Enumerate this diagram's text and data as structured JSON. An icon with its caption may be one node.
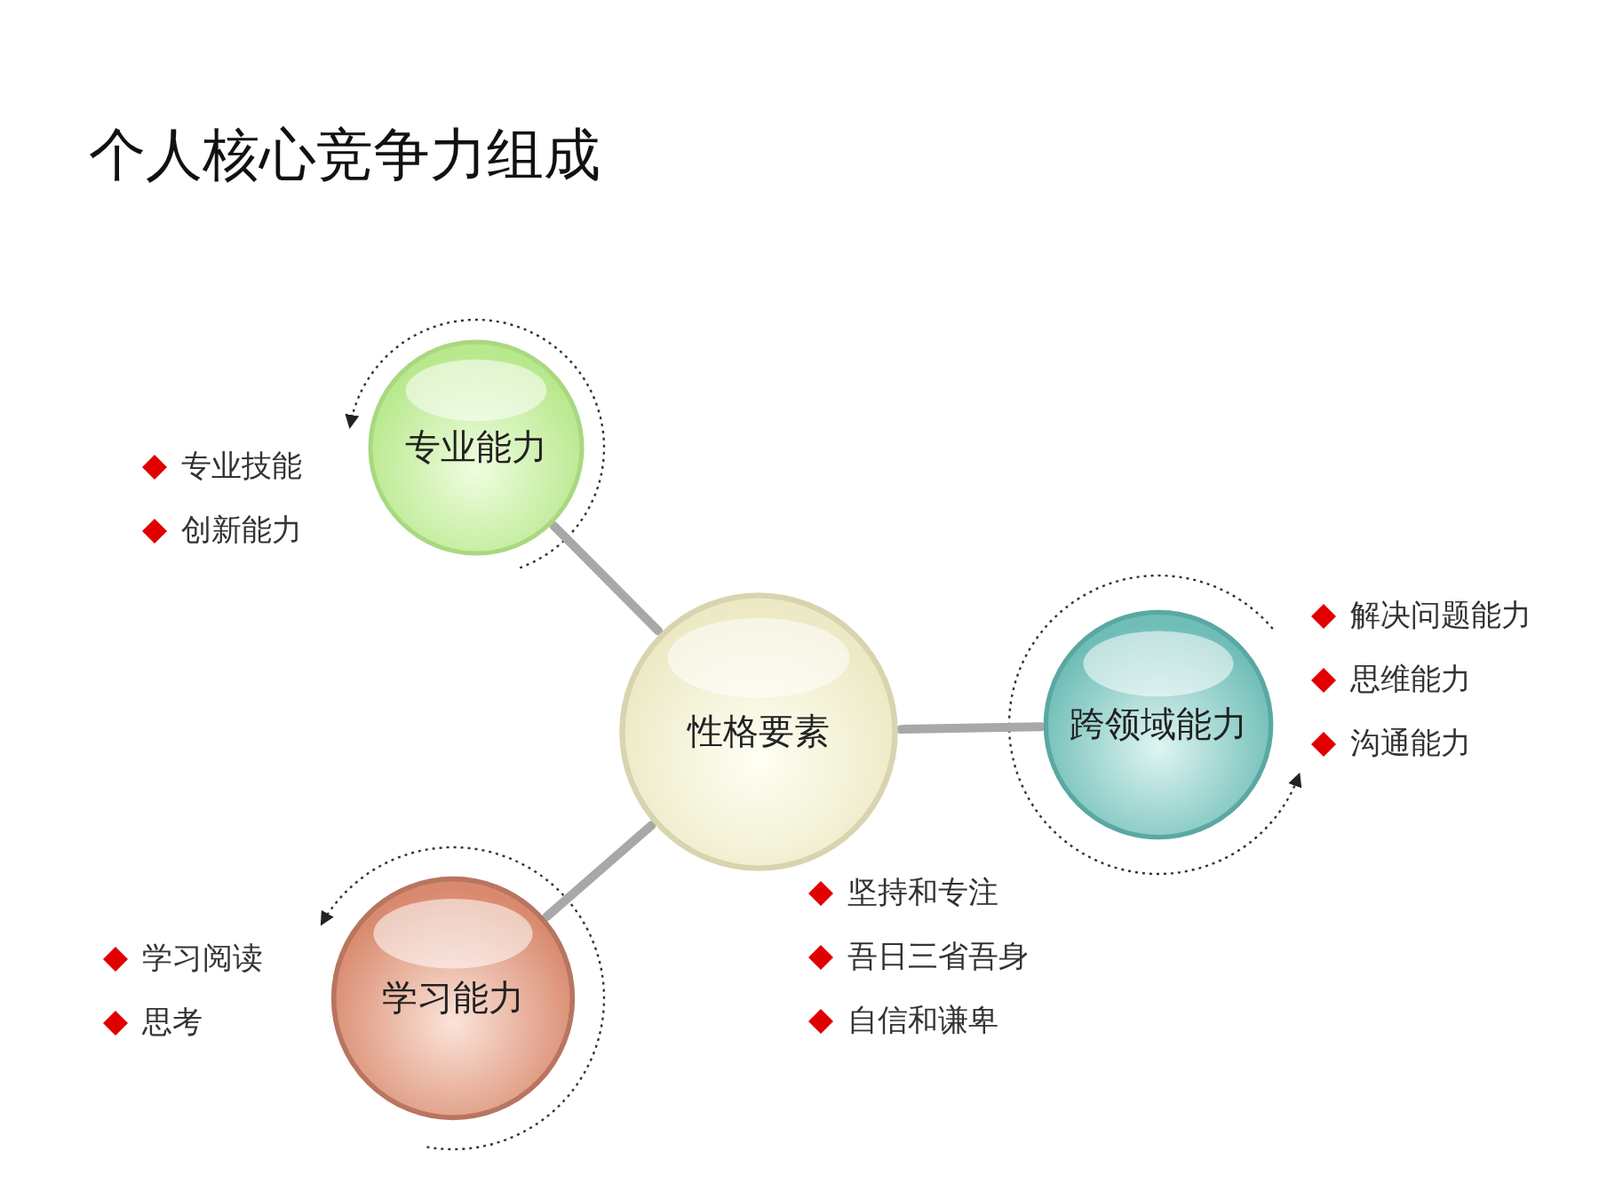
{
  "diagram": {
    "title": "个人核心竞争力组成",
    "nodes": [
      {
        "text": [
          "性格要素"
        ],
        "beside": [
          "坚持和专注",
          "吾日三省吾身",
          "自信和谦卑"
        ]
      },
      {
        "text": [
          "专业能力"
        ],
        "beside": [
          "专业技能",
          "创新能力"
        ]
      },
      {
        "text": [
          "跨领域能力"
        ],
        "beside": [
          "解决问题能力",
          "思维能力",
          "沟通能力"
        ]
      },
      {
        "text": [
          "学习能力"
        ],
        "beside": [
          "学习阅读",
          "思考"
        ]
      }
    ],
    "edges": [
      {
        "from": 0,
        "to": 1,
        "arrow": "none"
      },
      {
        "from": 0,
        "to": 2,
        "arrow": "none"
      },
      {
        "from": 0,
        "to": 3,
        "arrow": "none"
      }
    ]
  }
}
